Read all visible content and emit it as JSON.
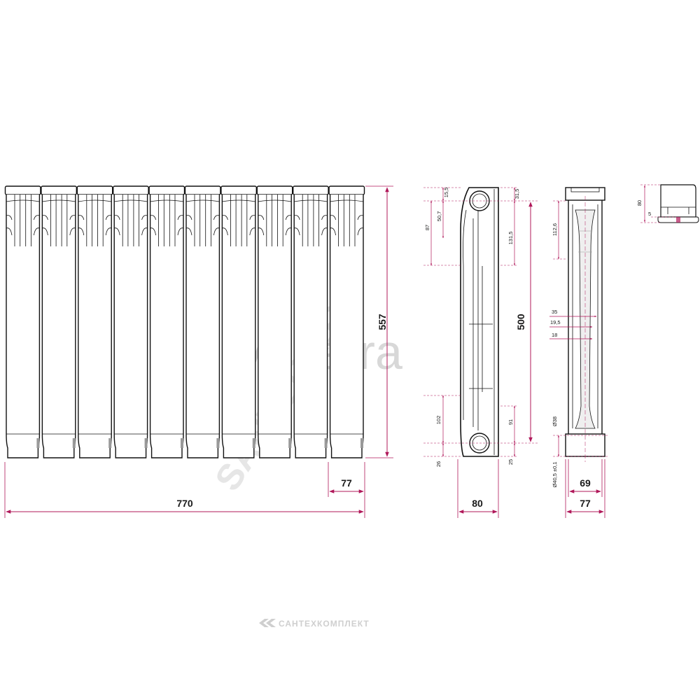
{
  "colors": {
    "dimension": "#b0185a",
    "outline": "#111111",
    "watermark": "#d8d8d8"
  },
  "watermark": {
    "brand": "Valterra",
    "site": "SANTECH.RU"
  },
  "footer": {
    "company": "САНТЕХКОМПЛЕКТ",
    "icon": "company-logo-icon"
  },
  "front_view": {
    "section_count": 10,
    "total_width": "770",
    "section_width": "77",
    "total_height": "557"
  },
  "side_view": {
    "height_center": "500",
    "depth": "80",
    "top_offset_1": "15,5",
    "top_offset_2": "50,7",
    "top_offset_3": "87",
    "top_right_1": "31,5",
    "top_right_2": "131,5",
    "bottom_left_1": "102",
    "bottom_left_2": "26",
    "bottom_right_1": "91",
    "bottom_right_2": "25"
  },
  "section_view": {
    "top_height": "112,6",
    "w1": "35",
    "w2": "19,5",
    "w3": "18",
    "diam_inner": "Ø38",
    "diam_outer": "Ø40,5 ±0,1",
    "width_inner": "69",
    "width_outer": "77"
  },
  "detail_view": {
    "height": "80",
    "gap": "5"
  }
}
